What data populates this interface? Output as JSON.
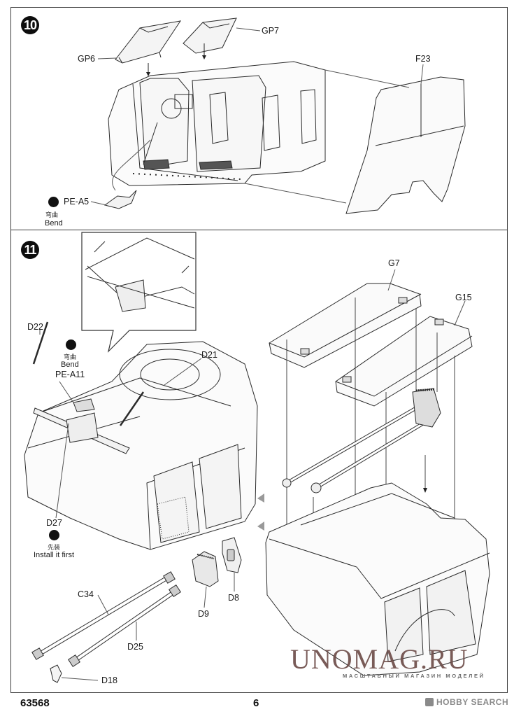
{
  "page": {
    "kit_number": "63568",
    "page_number": "6",
    "publisher_mark": "HOBBY SEARCH",
    "watermark": {
      "title": "UNOMAG.RU",
      "subtitle": "МАСШТАБНЫЙ МАГАЗИН МОДЕЛЕЙ"
    }
  },
  "steps": [
    {
      "number": "10",
      "parts": [
        {
          "id": "GP6",
          "label": "GP6"
        },
        {
          "id": "GP7",
          "label": "GP7"
        },
        {
          "id": "F23",
          "label": "F23"
        },
        {
          "id": "PE-A5",
          "label": "PE-A5"
        }
      ],
      "notes": [
        {
          "icon": "bend-icon",
          "cn": "弯曲",
          "en": "Bend"
        }
      ]
    },
    {
      "number": "11",
      "parts": [
        {
          "id": "D22",
          "label": "D22"
        },
        {
          "id": "PE-A11",
          "label": "PE-A11"
        },
        {
          "id": "D21",
          "label": "D21"
        },
        {
          "id": "D27",
          "label": "D27"
        },
        {
          "id": "G7",
          "label": "G7"
        },
        {
          "id": "G15",
          "label": "G15"
        },
        {
          "id": "C34",
          "label": "C34"
        },
        {
          "id": "D25",
          "label": "D25"
        },
        {
          "id": "D18",
          "label": "D18"
        },
        {
          "id": "D9",
          "label": "D9"
        },
        {
          "id": "D8",
          "label": "D8"
        }
      ],
      "notes": [
        {
          "icon": "bend-icon",
          "cn": "弯曲",
          "en": "Bend"
        },
        {
          "icon": "install-first-icon",
          "cn": "先装",
          "en": "Install it first"
        }
      ]
    }
  ]
}
